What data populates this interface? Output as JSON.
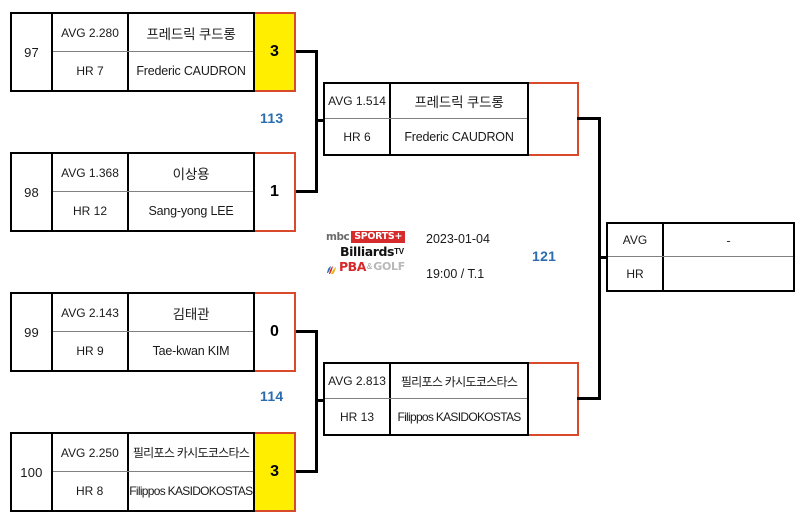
{
  "broadcast": {
    "mbc_label": "mbc",
    "sports_label": "SPORTS+",
    "billiards_label": "Billiards",
    "billiards_tv_sup": "TV",
    "pba_label": "PBA",
    "amp_label": "&",
    "golf_label": "GOLF",
    "date": "2023-01-04",
    "time_table": "19:00 / T.1"
  },
  "bracket": {
    "match_numbers": {
      "semifinal_top": "113",
      "semifinal_bottom": "114",
      "final": "121"
    },
    "quarterfinals": [
      {
        "seed": "97",
        "avg_label": "AVG 2.280",
        "name_kor": "프레드릭 쿠드롱",
        "hr_label": "HR 7",
        "name_eng": "Frederic CAUDRON",
        "score": "3",
        "is_winner": true
      },
      {
        "seed": "98",
        "avg_label": "AVG 1.368",
        "name_kor": "이상용",
        "hr_label": "HR 12",
        "name_eng": "Sang-yong LEE",
        "score": "1",
        "is_winner": false
      },
      {
        "seed": "99",
        "avg_label": "AVG 2.143",
        "name_kor": "김태관",
        "hr_label": "HR 9",
        "name_eng": "Tae-kwan KIM",
        "score": "0",
        "is_winner": false
      },
      {
        "seed": "100",
        "avg_label": "AVG 2.250",
        "name_kor": "필리포스 카시도코스타스",
        "hr_label": "HR 8",
        "name_eng": "Filippos KASIDOKOSTAS",
        "score": "3",
        "is_winner": true
      }
    ],
    "semifinals": [
      {
        "avg_label": "AVG 1.514",
        "name_kor": "프레드릭 쿠드롱",
        "hr_label": "HR 6",
        "name_eng": "Frederic CAUDRON",
        "score": "",
        "is_winner": false
      },
      {
        "avg_label": "AVG 2.813",
        "name_kor": "필리포스 카시도코스타스",
        "hr_label": "HR 13",
        "name_eng": "Filippos KASIDOKOSTAS",
        "score": "",
        "is_winner": false
      }
    ],
    "final": {
      "avg_label": "AVG",
      "hr_label": "HR",
      "name_kor": "-",
      "name_eng": ""
    }
  },
  "colors": {
    "winner_fill": "#ffee00",
    "score_border": "#d94a2b",
    "match_number": "#2b6cb0",
    "box_border": "#000000"
  }
}
